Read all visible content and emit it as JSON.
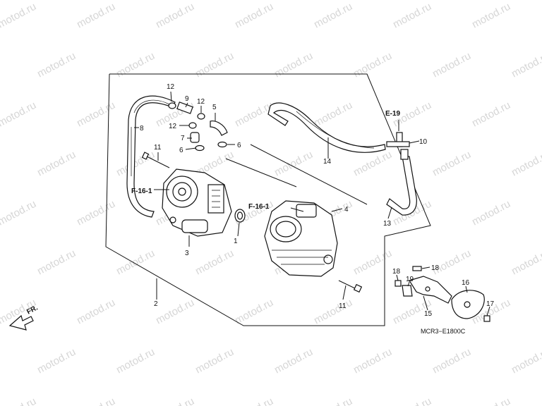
{
  "watermark": "motod.ru",
  "diagram_code": "MCR3−E1800C",
  "front_arrow": "FR.",
  "refs": {
    "f16_left": "F-16-1",
    "f16_right": "F-16-1",
    "e19": "E-19"
  },
  "callouts": {
    "c1": "1",
    "c2": "2",
    "c3": "3",
    "c4": "4",
    "c5": "5",
    "c6a": "6",
    "c6b": "6",
    "c7": "7",
    "c8": "8",
    "c9": "9",
    "c10": "10",
    "c11a": "11",
    "c11b": "11",
    "c12a": "12",
    "c12b": "12",
    "c12c": "12",
    "c13": "13",
    "c14": "14",
    "c15": "15",
    "c16": "16",
    "c17": "17",
    "c18a": "18",
    "c18b": "18",
    "c19": "19"
  }
}
